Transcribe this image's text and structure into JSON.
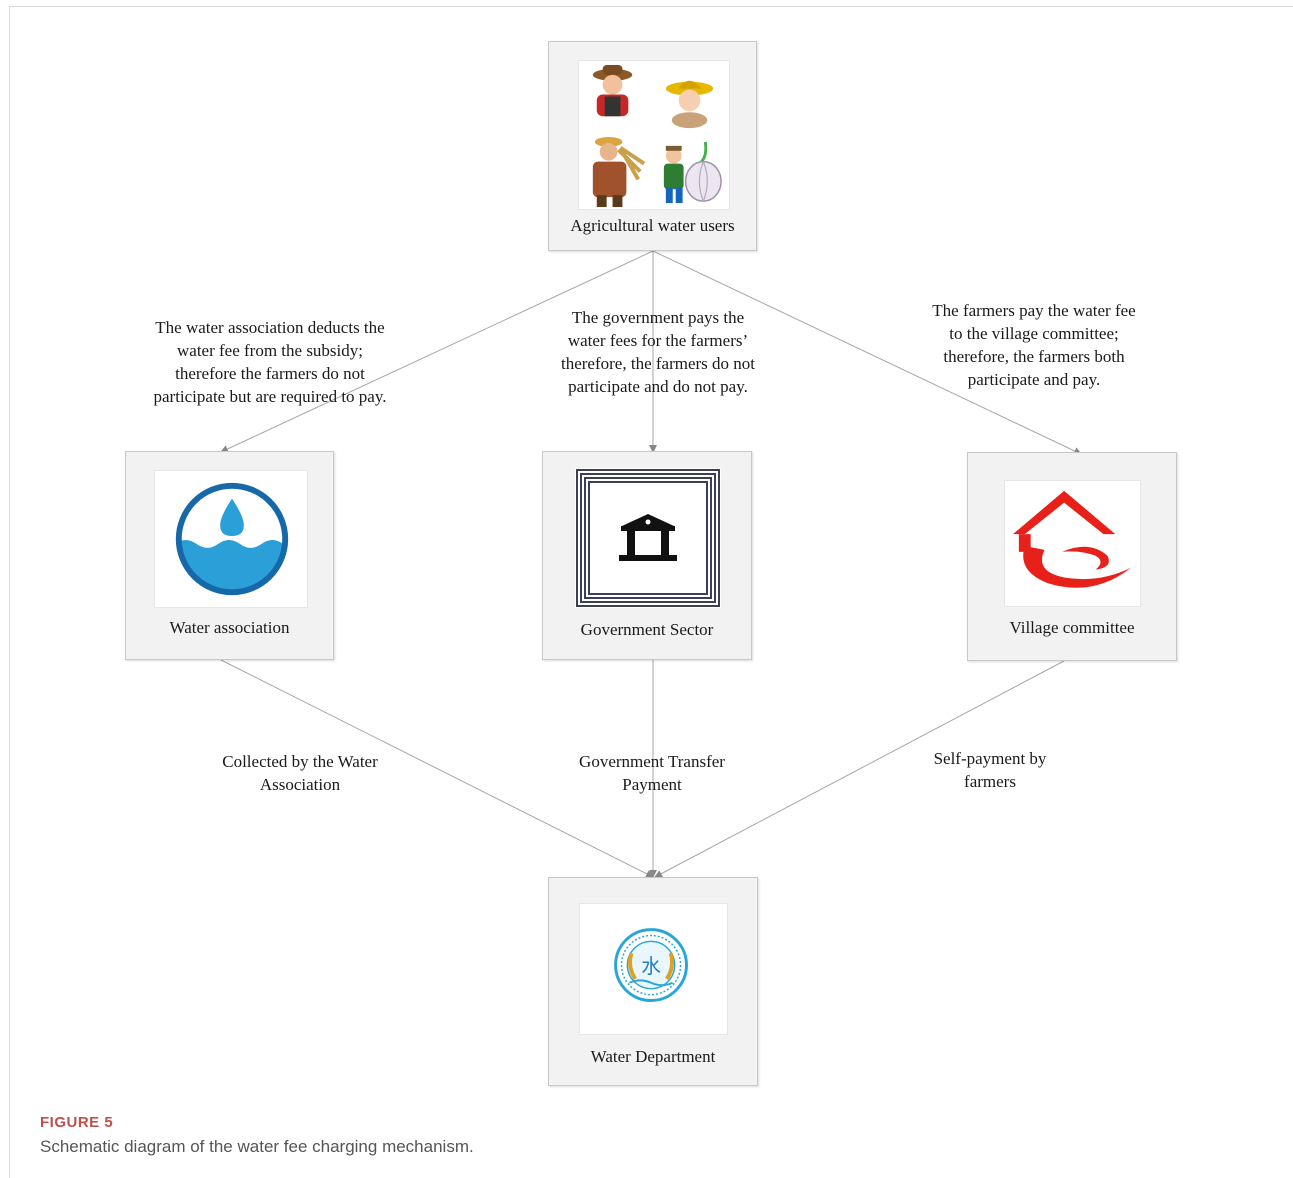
{
  "nodes": {
    "users": {
      "label": "Agricultural water users",
      "icon": "farmers-illustration-icon"
    },
    "association": {
      "label": "Water association",
      "icon": "water-drop-icon"
    },
    "government": {
      "label": "Government Sector",
      "icon": "government-building-icon"
    },
    "village": {
      "label": "Village committee",
      "icon": "village-house-icon"
    },
    "department": {
      "label": "Water Department",
      "icon": "water-department-seal-icon"
    }
  },
  "edges": {
    "to_association": [
      "The water association deducts the",
      "water fee from the subsidy;",
      "therefore the farmers do not",
      "participate but are required to pay."
    ],
    "to_government": [
      "The government pays the",
      "water fees for the farmers’",
      "therefore, the farmers do not",
      "participate and do not pay."
    ],
    "to_village": [
      "The farmers pay the water fee",
      "to the village committee;",
      "therefore, the farmers both",
      "participate and pay."
    ],
    "association_to_dept": [
      "Collected by the Water",
      "Association"
    ],
    "government_to_dept": [
      "Government Transfer",
      "Payment"
    ],
    "village_to_dept": [
      "Self-payment by",
      "farmers"
    ]
  },
  "caption": {
    "figure": "FIGURE 5",
    "text": "Schematic diagram of the water fee charging mechanism."
  },
  "colors": {
    "caption_accent": "#c0504d",
    "water_blue": "#1e88c8",
    "village_red": "#e8201a"
  }
}
